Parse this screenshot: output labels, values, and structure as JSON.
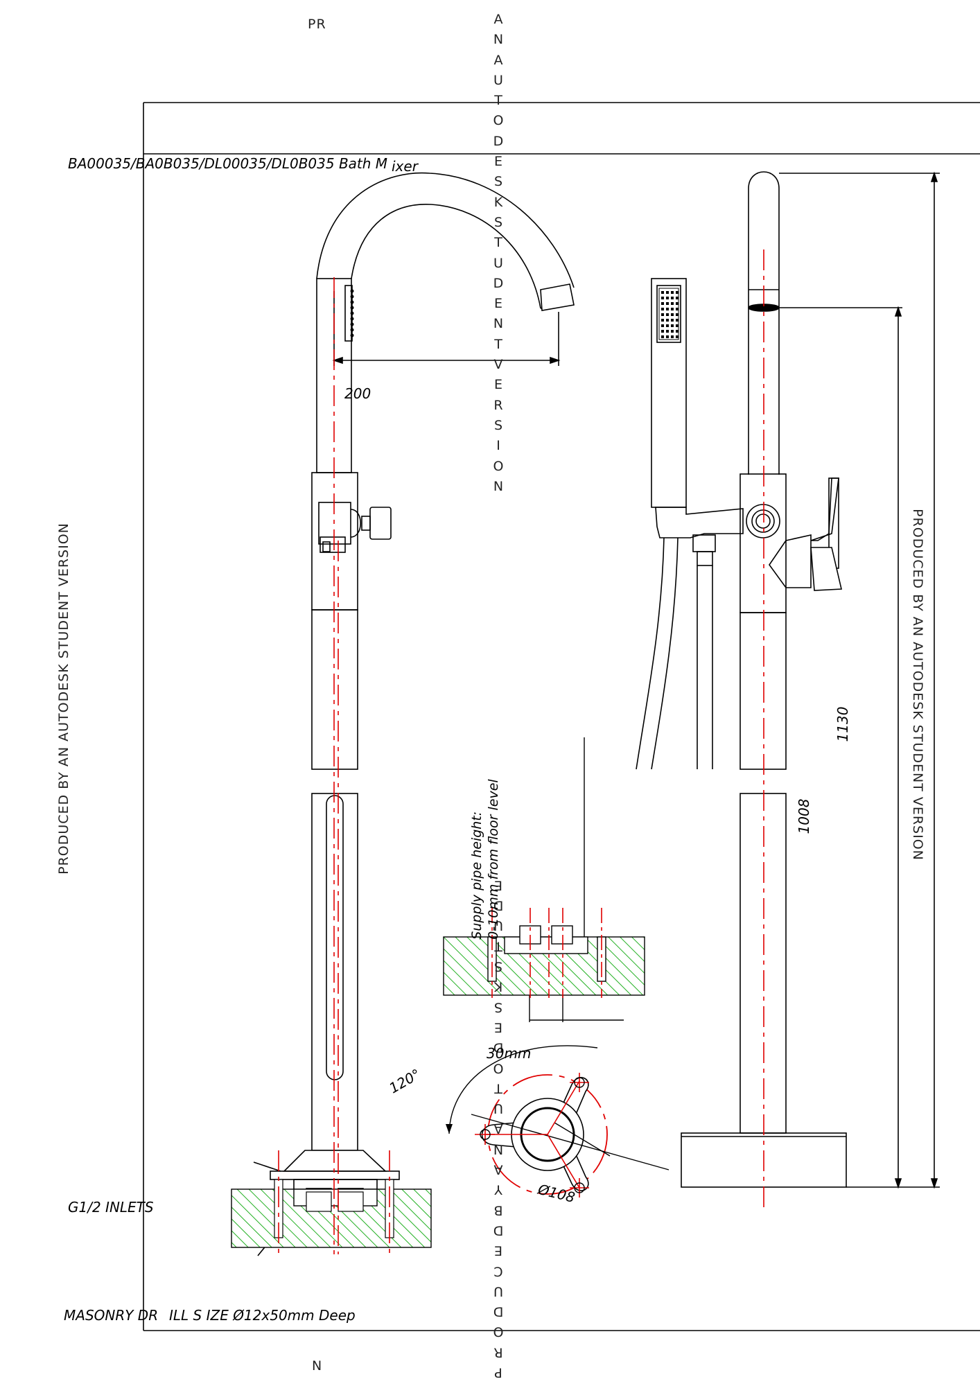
{
  "drawing": {
    "title": "BA00035/BA0B035/DL00035/DL0B035 Bath M",
    "title_tail": "ixer",
    "top_mark": "PR",
    "bottom_mark": "N",
    "watermark_left": "PRODUCED BY AN AUTODESK STUDENT VERSION",
    "watermark_right": "PRODUCED BY AN AUTODESK STUDENT VERSION",
    "watermark_vertical_top": "ANAUTODESKSTUDENTVERSION",
    "watermark_vertical_bottom": "PRODUCEDBYANAUTODESKSTUDE"
  },
  "labels": {
    "inlets": "G1/2 INLETS",
    "masonry_drill": "MASONRY DR",
    "masonry_drill_tail": "ILL S IZE Ø12x50mm  Deep",
    "supply_line1": "Supply pipe height:",
    "supply_line2": "0-10mm from floor level"
  },
  "dimensions": {
    "spout_reach": "200",
    "total_height": "1130",
    "spout_height": "1008",
    "spacing": "30mm",
    "flange_diameter": "Ø108",
    "angle": "120°"
  },
  "colors": {
    "line": "#000000",
    "centerline": "#e00000",
    "hatch": "#22b022",
    "hatch_fill": "#d9f5d9"
  }
}
